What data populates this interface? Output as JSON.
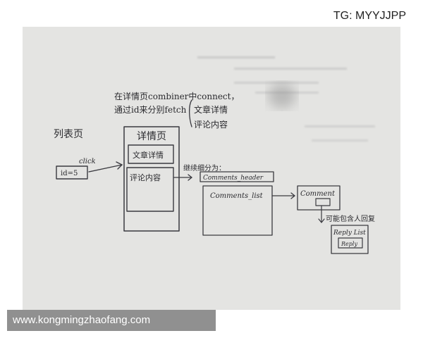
{
  "watermark": {
    "text": "TG: MYYJJPP"
  },
  "site_banner": {
    "text": "www.kongmingzhaofang.com"
  },
  "diagram": {
    "list_page_label": "列表页",
    "id_box_label": "id=5",
    "click_label": "click",
    "top_note_line1": "在详情页combiner中connect，",
    "top_note_line2": "通过id来分别fetch",
    "fetch_item_article": "文章详情",
    "fetch_item_comments": "评论内容",
    "detail_page_label": "详情页",
    "article_detail_box": "文章详情",
    "comment_content_box": "评论内容",
    "breakdown_label": "继续细分为：",
    "comments_header_box": "Comments_header",
    "comments_list_box": "Comments_list",
    "comment_box": "Comment",
    "reply_note": "可能包含人回复",
    "reply_list_box": "Reply List",
    "reply_box": "Reply"
  }
}
